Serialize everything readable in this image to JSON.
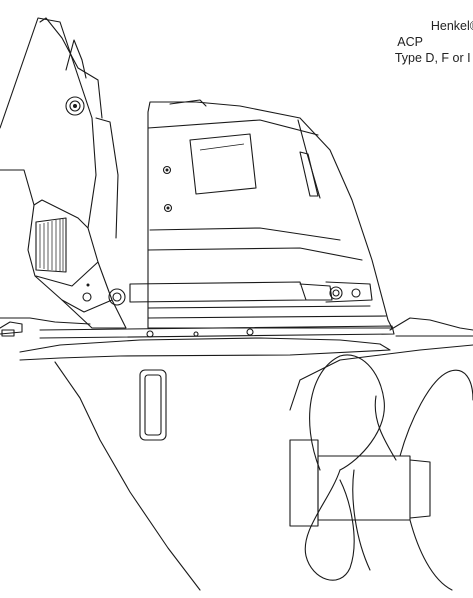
{
  "callout": {
    "line1": "Henkel®",
    "line2": "ACP",
    "line3": "Type D, F or I p"
  }
}
